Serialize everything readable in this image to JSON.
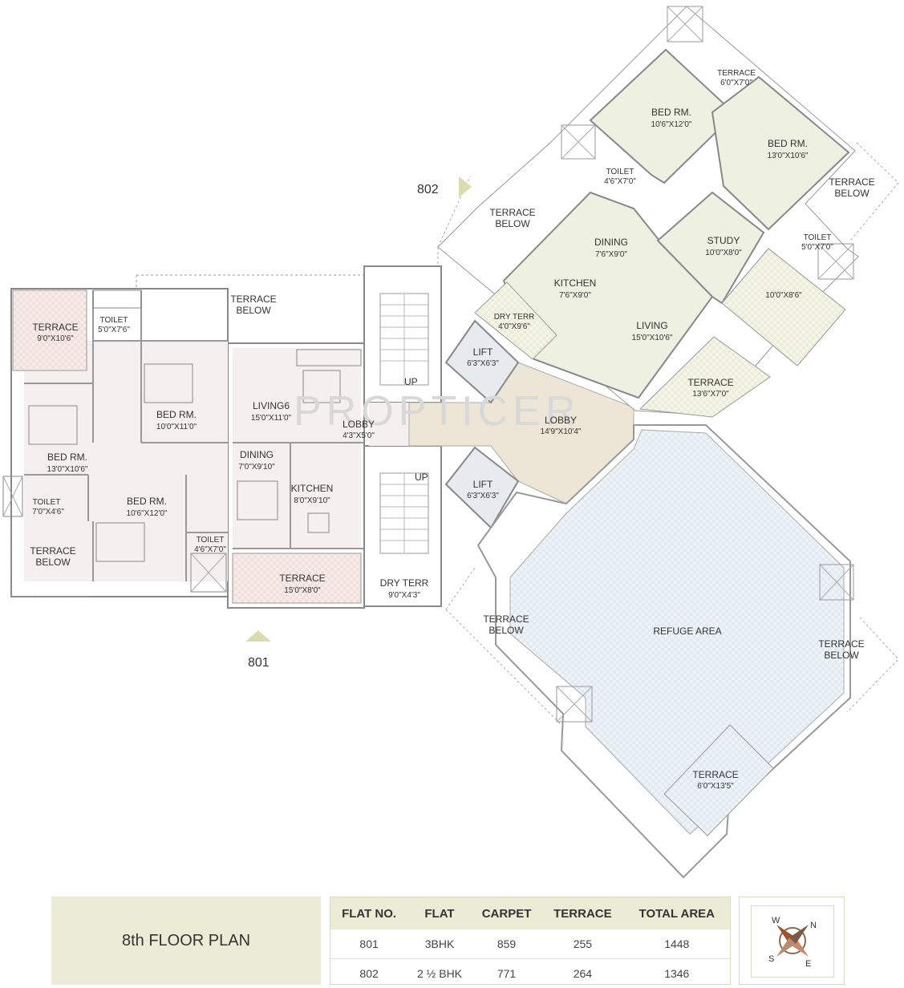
{
  "flats": {
    "f801": "801",
    "f802": "802"
  },
  "watermark": "PROPTICER",
  "rooms801": {
    "terrace_below_top": [
      "TERRACE",
      "BELOW"
    ],
    "terrace_left": [
      "TERRACE",
      "9'0\"X10'6\""
    ],
    "toilet_top": [
      "TOILET",
      "5'0\"X7'6\""
    ],
    "bed1": [
      "BED RM.",
      "10'0\"X11'0\""
    ],
    "bed2": [
      "BED RM.",
      "13'0\"X10'6\""
    ],
    "bed3": [
      "BED RM.",
      "10'6\"X12'0\""
    ],
    "living": [
      "LIVING6",
      "15'0\"X11'0\""
    ],
    "dining": [
      "DINING",
      "7'0\"X9'10\""
    ],
    "kitchen": [
      "KITCHEN",
      "8'0\"X9'10\""
    ],
    "toilet_left": [
      "TOILET",
      "7'0\"X4'6\""
    ],
    "toilet_mid": [
      "TOILET",
      "4'6\"X7'0\""
    ],
    "terrace_below_left": [
      "TERRACE",
      "BELOW"
    ],
    "terrace_front": [
      "TERRACE",
      "15'0\"X8'0\""
    ],
    "dry_terr": [
      "DRY TERR",
      "9'0\"X4'3\""
    ]
  },
  "core": {
    "lobby_small": [
      "LOBBY",
      "4'3\"X5'0\""
    ],
    "lobby_main": [
      "LOBBY",
      "14'9\"X10'4\""
    ],
    "lift1": [
      "LIFT",
      "6'3\"X6'3\""
    ],
    "lift2": [
      "LIFT",
      "6'3\"X6'3\""
    ],
    "up1": "UP",
    "up2": "UP"
  },
  "rooms802": {
    "terrace_top": [
      "TERRACE",
      "6'0\"X7'0\""
    ],
    "bed1": [
      "BED RM.",
      "10'6\"X12'0\""
    ],
    "bed2": [
      "BED RM.",
      "13'0\"X10'6\""
    ],
    "toilet1": [
      "TOILET",
      "4'6\"X7'0\""
    ],
    "terrace_below_right": [
      "TERRACE",
      "BELOW"
    ],
    "terrace_below_left": [
      "TERRACE",
      "BELOW"
    ],
    "dining": [
      "DINING",
      "7'6\"X9'0\""
    ],
    "study": [
      "STUDY",
      "10'0\"X8'0\""
    ],
    "toilet2": [
      "TOILET",
      "5'0\"X7'0\""
    ],
    "kitchen": [
      "KITCHEN",
      "7'6\"X9'0\""
    ],
    "dry_terr": [
      "DRY TERR",
      "4'0\"X9'6\""
    ],
    "living": [
      "LIVING",
      "15'0\"X10'6\""
    ],
    "balcony": "10'0\"X8'6\"",
    "terrace_side": [
      "TERRACE",
      "13'6\"X7'0\""
    ]
  },
  "refuge": {
    "name": "REFUGE AREA",
    "terrace_below_left": [
      "TERRACE",
      "BELOW"
    ],
    "terrace_below_right": [
      "TERRACE",
      "BELOW"
    ],
    "terrace_bottom": [
      "TERRACE",
      "6'0\"X13'5\""
    ]
  },
  "footer": {
    "title": "8th FLOOR PLAN",
    "headers": [
      "FLAT NO.",
      "FLAT",
      "CARPET",
      "TERRACE",
      "TOTAL AREA"
    ],
    "rows": [
      [
        "801",
        "3BHK",
        "859",
        "255",
        "1448"
      ],
      [
        "802",
        "2 ½ BHK",
        "771",
        "264",
        "1346"
      ]
    ]
  },
  "compass": {
    "w": "W",
    "n": "N",
    "s": "S",
    "e": "E"
  }
}
